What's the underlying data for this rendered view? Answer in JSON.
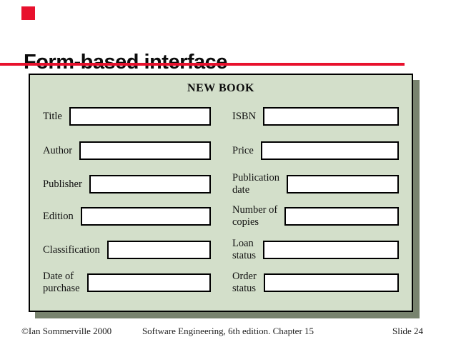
{
  "slide": {
    "title": "Form-based interface",
    "footer": {
      "left": "©Ian Sommerville 2000",
      "center": "Software Engineering, 6th edition. Chapter 15",
      "right": "Slide 24"
    }
  },
  "form": {
    "heading": "NEW BOOK",
    "left_fields": [
      {
        "label": "Title",
        "value": ""
      },
      {
        "label": "Author",
        "value": ""
      },
      {
        "label": "Publisher",
        "value": ""
      },
      {
        "label": "Edition",
        "value": ""
      },
      {
        "label": "Classification",
        "value": ""
      },
      {
        "label": "Date of\npurchase",
        "value": ""
      }
    ],
    "right_fields": [
      {
        "label": "ISBN",
        "value": ""
      },
      {
        "label": "Price",
        "value": ""
      },
      {
        "label": "Publication\ndate",
        "value": ""
      },
      {
        "label": "Number of\ncopies",
        "value": ""
      },
      {
        "label": "Loan\nstatus",
        "value": ""
      },
      {
        "label": "Order\nstatus",
        "value": ""
      }
    ]
  },
  "colors": {
    "accent_red": "#e8112d",
    "panel_green": "#d3dfca",
    "shadow_green": "#78836e"
  }
}
